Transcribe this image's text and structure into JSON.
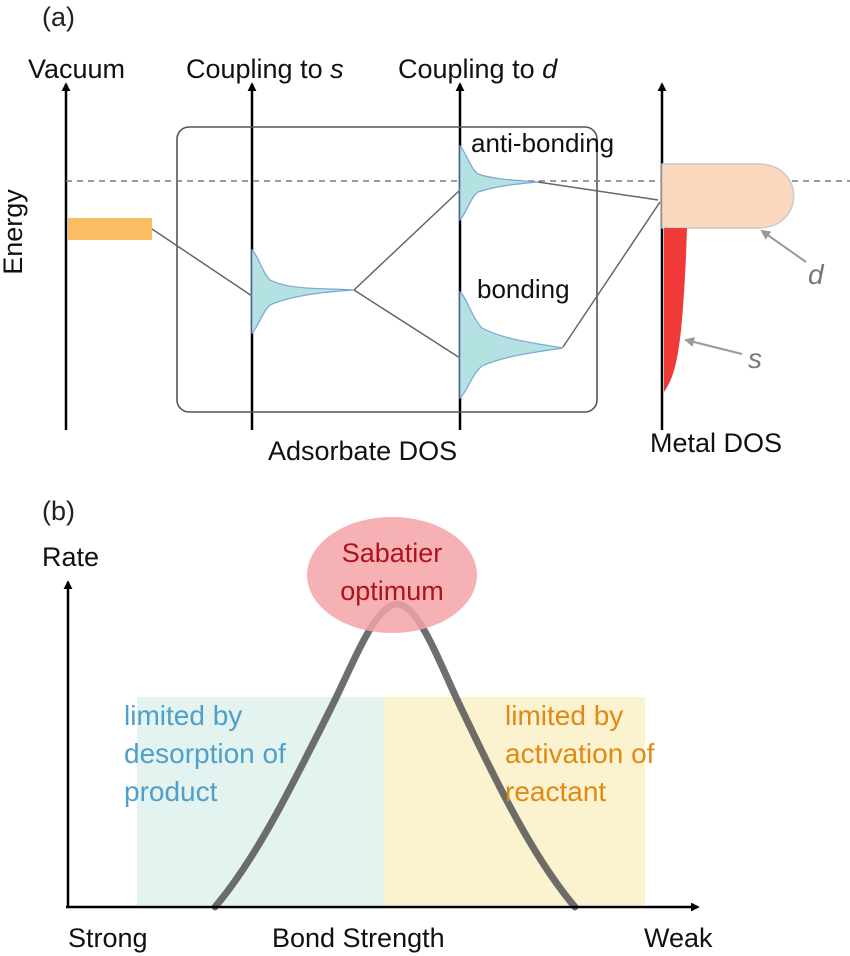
{
  "panel_a": {
    "tag": "(a)",
    "axes": {
      "vacuum": "Vacuum",
      "coupling_s_prefix": "Coupling to ",
      "coupling_s_var": "s",
      "coupling_d_prefix": "Coupling to ",
      "coupling_d_var": "d",
      "energy": "Energy"
    },
    "states": {
      "antibonding": "anti-bonding",
      "bonding": "bonding"
    },
    "metal_labels": {
      "d": "d",
      "s": "s"
    },
    "bottom_labels": {
      "adsorbate": "Adsorbate DOS",
      "metal": "Metal DOS"
    },
    "colors": {
      "vacuum_level": "#f9be63",
      "gaussian_fill": "#b4e1e1",
      "gaussian_edge": "#7aa6d6",
      "d_band_fill": "#fbd8bd",
      "s_band_fill": "#f03a3a",
      "fermi_line": "#7a7a7a"
    }
  },
  "panel_b": {
    "tag": "(b)",
    "axes": {
      "rate": "Rate",
      "strong": "Strong",
      "bond_strength": "Bond Strength",
      "weak": "Weak"
    },
    "optimum": {
      "line1": "Sabatier",
      "line2": "optimum"
    },
    "left_region": {
      "line1": "limited by",
      "line2": "desorption of",
      "line3": "product"
    },
    "right_region": {
      "line1": "limited by",
      "line2": "activation of",
      "line3": "reactant"
    },
    "colors": {
      "left_region": "#e3f3ef",
      "right_region": "#fbf2cf",
      "left_text": "#4f9fc8",
      "right_text": "#e08a14",
      "optimum_fill": "#f4a3a8",
      "optimum_text": "#b0121c",
      "curve": "#555555"
    }
  }
}
